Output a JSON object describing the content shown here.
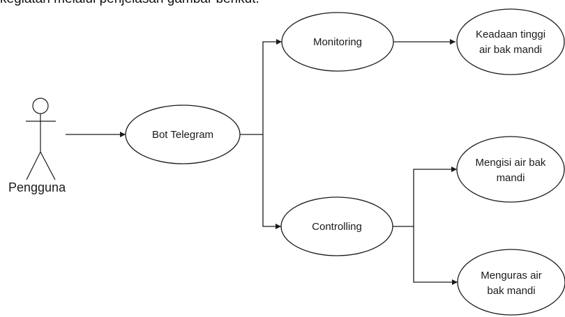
{
  "header_text": "kegiatan melalui penjelasan gambar berikut:",
  "actor": {
    "label": "Pengguna"
  },
  "nodes": {
    "bot_telegram": "Bot Telegram",
    "monitoring": "Monitoring",
    "controlling": "Controlling",
    "keadaan": [
      "Keadaan tinggi",
      "air bak mandi"
    ],
    "mengisi": [
      "Mengisi air bak",
      "mandi"
    ],
    "menguras": [
      "Menguras air",
      "bak mandi"
    ]
  }
}
